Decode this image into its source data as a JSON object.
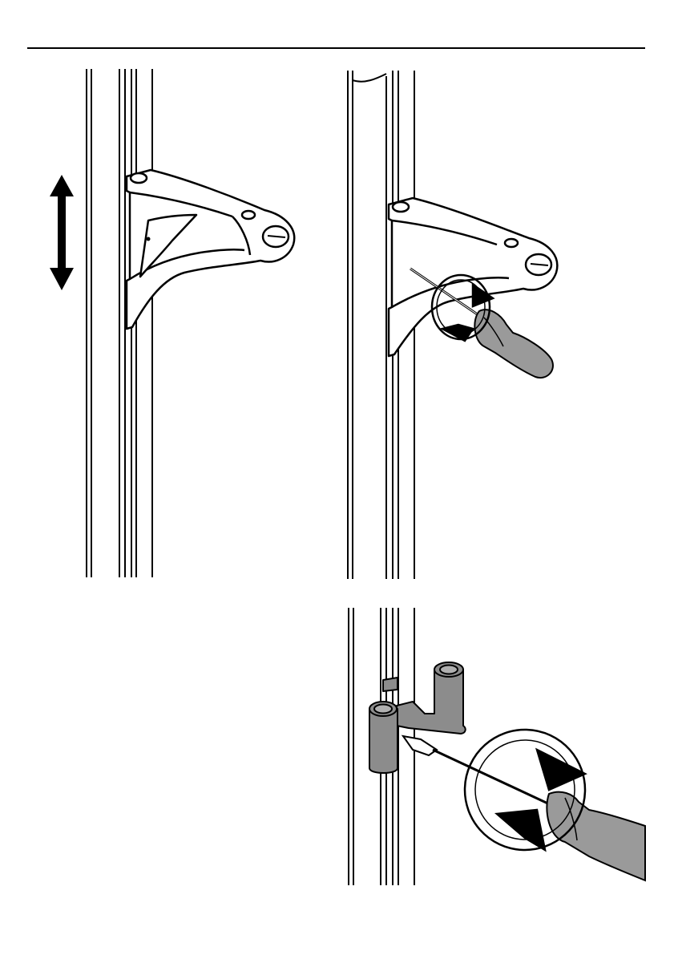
{
  "figures": [
    {
      "id": "adjust-height",
      "icons": [
        "vertical-double-arrow-icon"
      ]
    },
    {
      "id": "tighten-bracket-screw",
      "icons": [
        "screwdriver-icon",
        "rotation-arrow-icon"
      ]
    },
    {
      "id": "tighten-hinge-screw",
      "icons": [
        "screwdriver-icon",
        "rotation-arrow-icon"
      ]
    }
  ],
  "colors": {
    "line": "#000000",
    "paper": "#ffffff",
    "handle": "#9a9a9a",
    "handle_dark": "#7d7d7d",
    "hinge": "#8c8c8c"
  }
}
